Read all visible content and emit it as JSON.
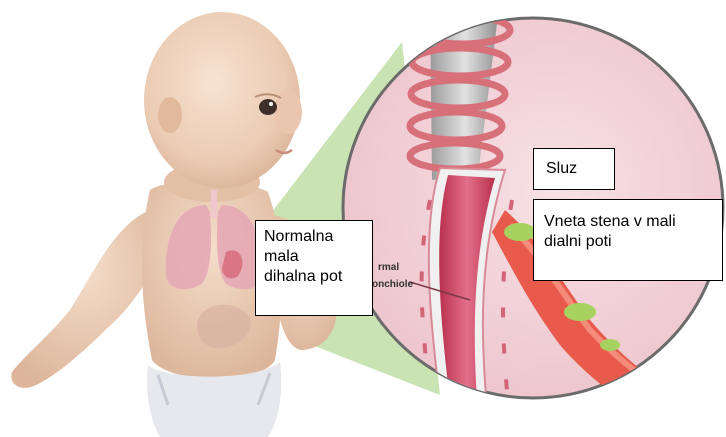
{
  "labels": {
    "normal_airway": "Normalna\nmala\ndihalna pot",
    "mucus": "Sluz",
    "inflamed_wall": "Vneta stena v mali\ndialni  poti",
    "inset_text_line1": "rmal",
    "inset_text_line2": "onchiole"
  },
  "colors": {
    "background": "#ffffff",
    "inset_fill": "#f4d6dc",
    "zoom_cone": "#b7d99a",
    "lumen": "#d9506e",
    "cartilage_ring": "#d8707a",
    "mucus": "#a8d260",
    "inflamed_tissue": "#e85a4c",
    "skin": "#efcfb8",
    "lungs": "#e6a9b6",
    "diaper": "#e7e7ee"
  }
}
